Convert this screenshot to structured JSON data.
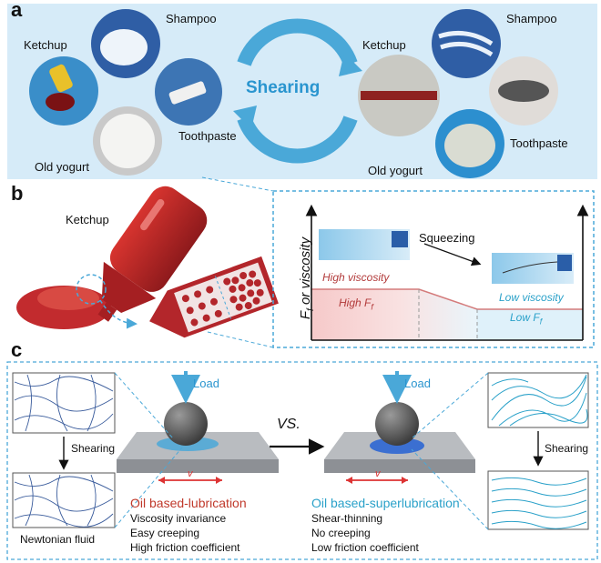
{
  "panel_a": {
    "letter": "a",
    "center_label": "Shearing",
    "left": {
      "ketchup": "Ketchup",
      "shampoo": "Shampoo",
      "toothpaste": "Toothpaste",
      "yogurt": "Old yogurt"
    },
    "right": {
      "ketchup": "Ketchup",
      "shampoo": "Shampoo",
      "toothpaste": "Toothpaste",
      "yogurt": "Old yogurt"
    }
  },
  "panel_b": {
    "letter": "b",
    "ketchup_label": "Ketchup",
    "y_axis": "F",
    "y_axis_sub": "f",
    "y_axis_rest": " or viscosity",
    "squeezing": "Squeezing",
    "high_viscosity": "High viscosity",
    "high_ff": "High F",
    "high_ff_sub": "f",
    "low_viscosity": "Low viscosity",
    "low_ff": "Low F",
    "low_ff_sub": "f"
  },
  "panel_c": {
    "letter": "c",
    "vs": "VS.",
    "left": {
      "load": "Load",
      "shearing": "Shearing",
      "newtonian": "Newtonian fluid",
      "velocity": "v",
      "title": "Oil based-lubrication",
      "props": [
        "Viscosity invariance",
        "Easy creeping",
        "High friction coefficient"
      ]
    },
    "right": {
      "load": "Load",
      "shearing": "Shearing",
      "velocity": "v",
      "title": "Oil based-superlubrication",
      "props": [
        "Shear-thinning",
        "No creeping",
        "Low friction coefficient"
      ]
    }
  },
  "colors": {
    "panel_a_bg": "#d6ebf8",
    "accent_blue": "#4aa8d8",
    "ketchup_red": "#b3262b",
    "title_red": "#c0392b",
    "title_blue": "#2aa1c9"
  }
}
